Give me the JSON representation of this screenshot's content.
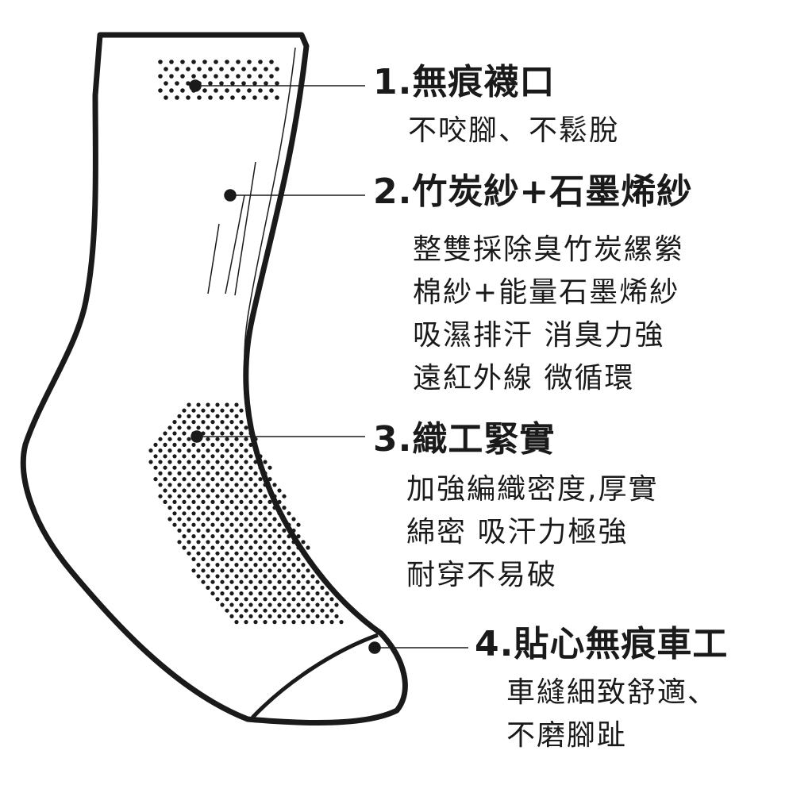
{
  "callouts": [
    {
      "title": "1.無痕襪口",
      "lines": [
        "不咬腳、不鬆脫"
      ]
    },
    {
      "title": "2.竹炭紗+石墨烯紗",
      "lines": [
        "整雙採除臭竹炭縲縈",
        "棉紗+能量石墨烯紗",
        "吸濕排汗 消臭力強",
        "遠紅外線 微循環"
      ]
    },
    {
      "title": "3.織工緊實",
      "lines": [
        "加強編織密度,厚實",
        "綿密 吸汗力極強",
        "耐穿不易破"
      ]
    },
    {
      "title": "4.貼心無痕車工",
      "lines": [
        "車縫細致舒適、",
        "不磨腳趾"
      ]
    }
  ],
  "colors": {
    "ink": "#1a1a1a",
    "background": "#ffffff"
  }
}
